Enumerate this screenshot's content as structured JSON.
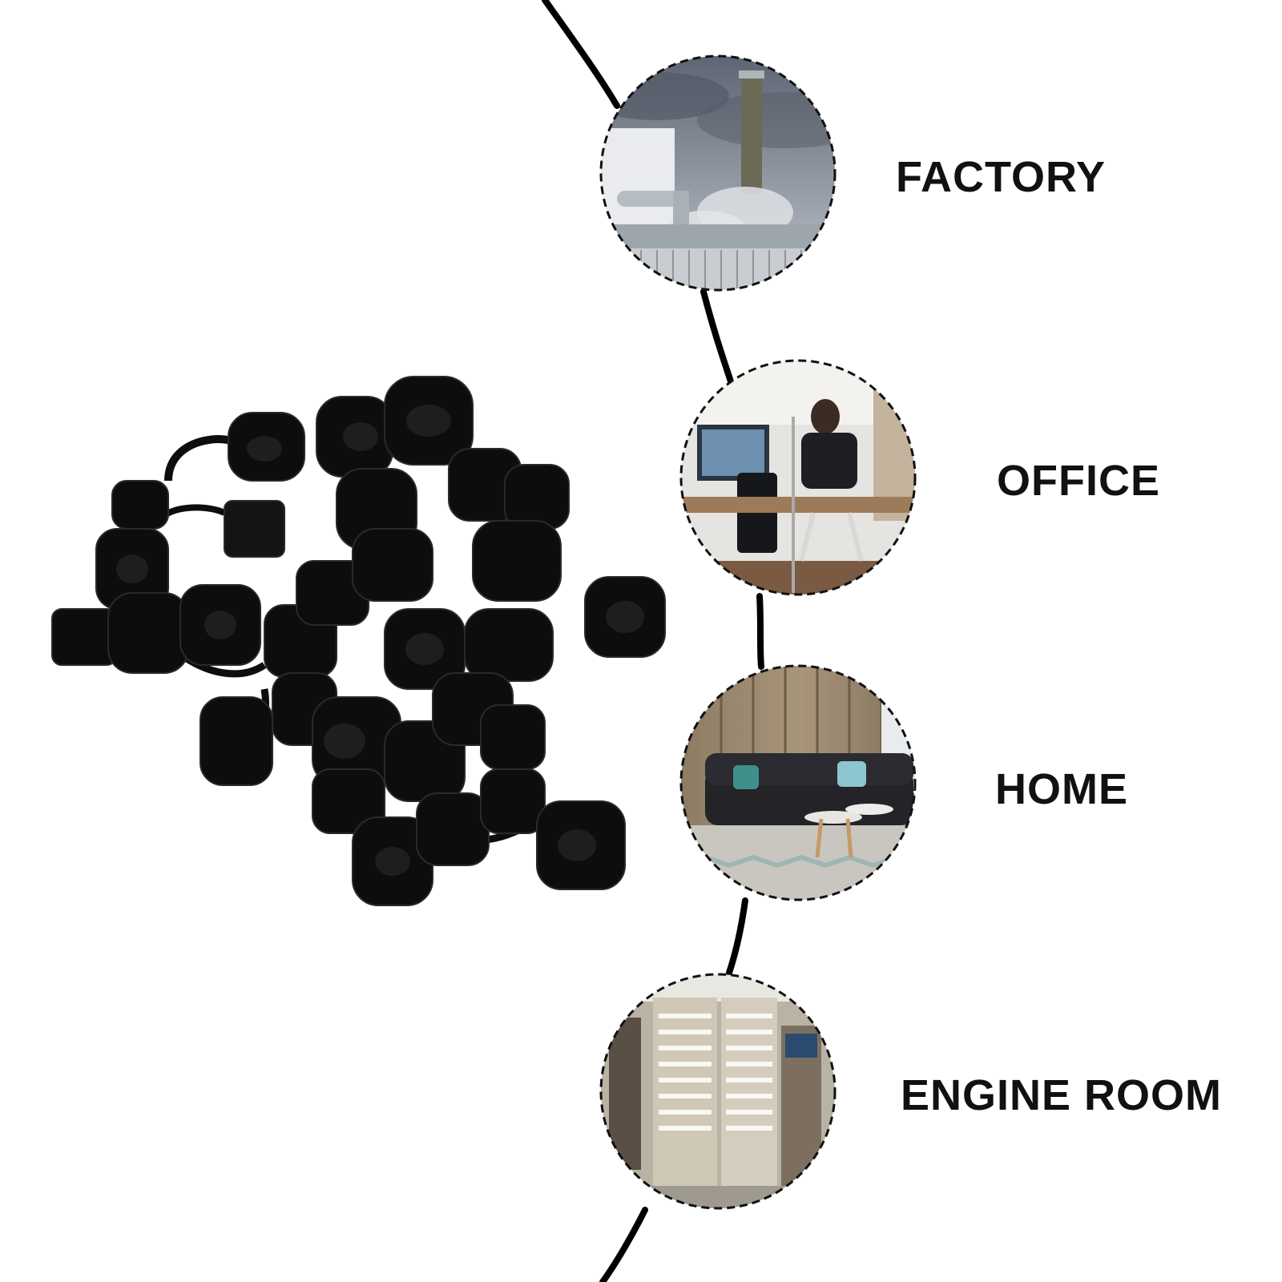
{
  "applications": [
    {
      "label": "FACTORY",
      "icon": "factory-photo"
    },
    {
      "label": "OFFICE",
      "icon": "office-photo"
    },
    {
      "label": "HOME",
      "icon": "living-room-photo"
    },
    {
      "label": "ENGINE ROOM",
      "icon": "server-room-photo"
    }
  ],
  "product": {
    "icon": "rubber-grommets-pile"
  },
  "colors": {
    "line": "#000000",
    "text": "#111111",
    "product": "#0d0d0d",
    "background": "#ffffff"
  }
}
